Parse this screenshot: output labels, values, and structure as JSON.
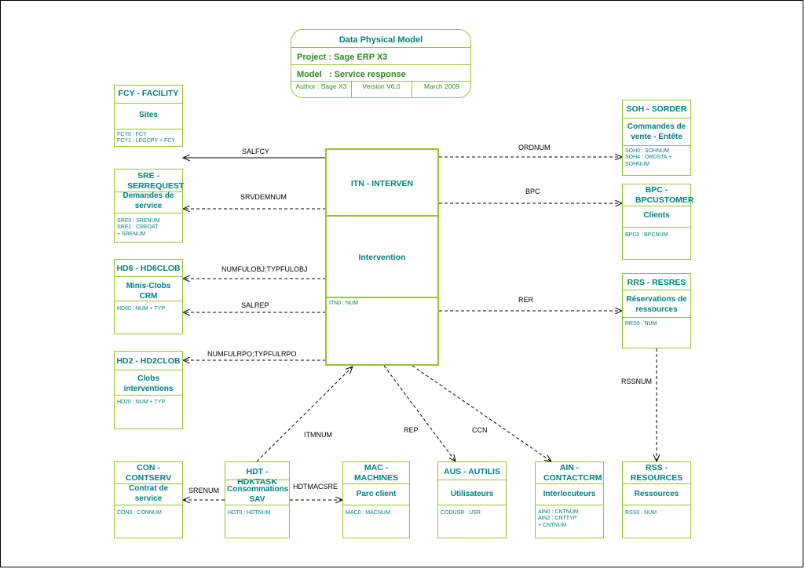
{
  "title_block": {
    "title": "Data Physical Model",
    "project_label": "Project : Sage ERP X3",
    "model_label": "Model   : Service response",
    "author": "Author : Sage X3",
    "version": "Version V6.0",
    "date": "March 2009"
  },
  "main_entity": {
    "name": "ITN - INTERVEN",
    "description": "Intervention",
    "key": "ITN0 : NUM"
  },
  "entities": [
    {
      "id": "fcy",
      "name": "FCY - FACILITY",
      "description": "Sites",
      "keys": [
        "FCY0 : FCY",
        "FCY1 : LEGCPY + FCY"
      ]
    },
    {
      "id": "sre",
      "name": "SRE - SERREQUEST",
      "description": "Demandes de service",
      "keys": [
        "SRE0 : SRENUM",
        "SRE2 : CREDAT + SRENUM"
      ]
    },
    {
      "id": "hd6",
      "name": "HD6 - HD6CLOB",
      "description": "Minis-Clobs CRM",
      "keys": [
        "HD60 : NUM + TYP"
      ]
    },
    {
      "id": "hd2",
      "name": "HD2 - HD2CLOB",
      "description": "Clobs interventions",
      "keys": [
        "HD20 : NUM + TYP"
      ]
    },
    {
      "id": "soh",
      "name": "SOH - SORDER",
      "description": "Commandes de vente - Entête",
      "keys": [
        "SOH0 : SOHNUM",
        "SOH4 : ORDSTA + SOHNUM"
      ]
    },
    {
      "id": "bpc",
      "name": "BPC - BPCUSTOMER",
      "description": "Clients",
      "keys": [
        "BPC0 : BPCNUM"
      ]
    },
    {
      "id": "rrs",
      "name": "RRS - RESRES",
      "description": "Réservations de ressources",
      "keys": [
        "RRS0 : NUM"
      ]
    },
    {
      "id": "rss",
      "name": "RSS - RESOURCES",
      "description": "Ressources",
      "keys": [
        "RSS0 : NUM"
      ]
    },
    {
      "id": "con",
      "name": "CON - CONTSERV",
      "description": "Contrat de service",
      "keys": [
        "CON0 : CONNUM"
      ]
    },
    {
      "id": "hdt",
      "name": "HDT - HDKTASK",
      "description": "Consommations SAV",
      "keys": [
        "HDT0 : HDTNUM"
      ]
    },
    {
      "id": "mac",
      "name": "MAC - MACHINES",
      "description": "Parc client",
      "keys": [
        "MAC0 : MACNUM"
      ]
    },
    {
      "id": "aus",
      "name": "AUS - AUTILIS",
      "description": "Utilisateurs",
      "keys": [
        "CODUSR : USR"
      ]
    },
    {
      "id": "ain",
      "name": "AIN - CONTACTCRM",
      "description": "Interlocuteurs",
      "keys": [
        "AIN0 : CNTNUM",
        "AIN2 : CNTTYP + CNTNUM"
      ]
    }
  ],
  "links": [
    {
      "id": "salfcy",
      "label": "SALFCY",
      "from": "itn",
      "to": "fcy",
      "style": "solid"
    },
    {
      "id": "srvdemnum",
      "label": "SRVDEMNUM",
      "from": "itn",
      "to": "sre",
      "style": "dashed"
    },
    {
      "id": "numfulobj",
      "label": "NUMFULOBJ;TYPFULOBJ",
      "from": "itn",
      "to": "hd6",
      "style": "dashed"
    },
    {
      "id": "salrep",
      "label": "SALREP",
      "from": "itn",
      "to": "hd6",
      "style": "dashed"
    },
    {
      "id": "numfulrpo",
      "label": "NUMFULRPO;TYPFULRPO",
      "from": "itn",
      "to": "hd2",
      "style": "dashed"
    },
    {
      "id": "ordnum",
      "label": "ORDNUM",
      "from": "itn",
      "to": "soh",
      "style": "dashed"
    },
    {
      "id": "bpc",
      "label": "BPC",
      "from": "itn",
      "to": "bpc",
      "style": "dashed"
    },
    {
      "id": "rer",
      "label": "RER",
      "from": "itn",
      "to": "rrs",
      "style": "dashed"
    },
    {
      "id": "rssnum",
      "label": "RSSNUM",
      "from": "rrs",
      "to": "rss",
      "style": "dashed"
    },
    {
      "id": "itmnum",
      "label": "ITMNUM",
      "from": "hdt",
      "to": "itn",
      "style": "dashed"
    },
    {
      "id": "rep",
      "label": "REP",
      "from": "itn",
      "to": "aus",
      "style": "dashed"
    },
    {
      "id": "ccn",
      "label": "CCN",
      "from": "itn",
      "to": "ain",
      "style": "dashed"
    },
    {
      "id": "srenum",
      "label": "SRENUM",
      "from": "hdt",
      "to": "con",
      "style": "dashed"
    },
    {
      "id": "hdtmacsre",
      "label": "HDTMACSRE",
      "from": "hdt",
      "to": "mac",
      "style": "dashed"
    }
  ],
  "colors": {
    "border_green": "#99c233",
    "entity_text_teal": "#008080",
    "title_green": "#2e8b1f",
    "line": "#000000"
  }
}
